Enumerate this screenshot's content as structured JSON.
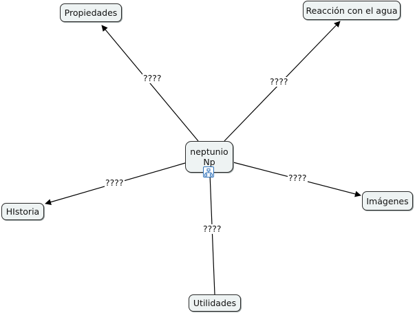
{
  "center": {
    "line1": "neptunio",
    "line2": "Np"
  },
  "nodes": {
    "propiedades": "Propiedades",
    "reaccion": "Reacción con el agua",
    "historia": "HIstoria",
    "imagenes": "Imágenes",
    "utilidades": "Utilidades"
  },
  "link_labels": {
    "propiedades": "????",
    "reaccion": "????",
    "historia": "????",
    "imagenes": "????",
    "utilidades": "????"
  },
  "icons": {
    "submap": "submap-icon"
  },
  "colors": {
    "node_fill": "#eef3f3",
    "border": "#2a2a2a",
    "line": "#000000",
    "icon": "#2b6fb8"
  }
}
